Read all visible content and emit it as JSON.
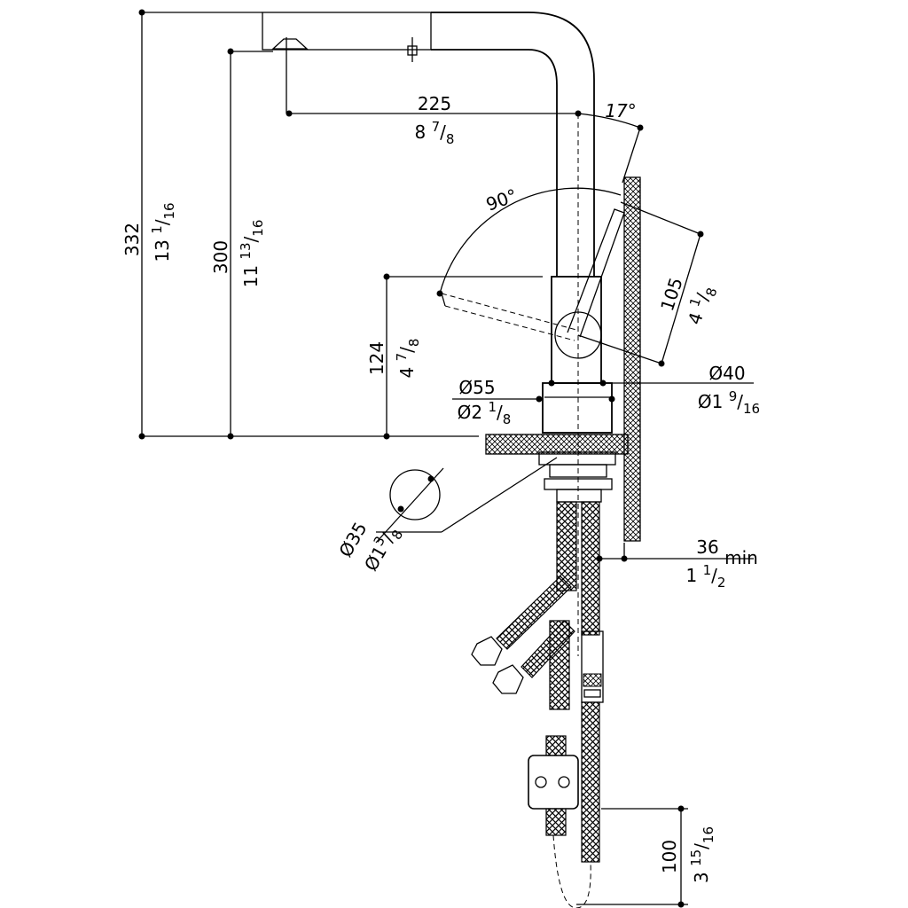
{
  "dimensions": {
    "total_height": {
      "mm": "332",
      "inch_whole": "13",
      "inch_num": "1",
      "inch_den": "16"
    },
    "spout_height": {
      "mm": "300",
      "inch_whole": "11",
      "inch_num": "13",
      "inch_den": "16"
    },
    "spout_reach": {
      "mm": "225",
      "inch_whole": "8",
      "inch_num": "7",
      "inch_den": "8"
    },
    "spout_angle": {
      "value": "17°"
    },
    "handle_swing": {
      "value": "90°"
    },
    "handle_height": {
      "mm": "124",
      "inch_whole": "4",
      "inch_num": "7",
      "inch_den": "8"
    },
    "handle_length": {
      "mm": "105",
      "inch_whole": "4",
      "inch_num": "1",
      "inch_den": "8"
    },
    "base_diameter": {
      "mm": "Ø55",
      "inch_whole": "Ø2",
      "inch_num": "1",
      "inch_den": "8"
    },
    "body_diameter": {
      "mm": "Ø40",
      "inch_whole": "Ø1",
      "inch_num": "9",
      "inch_den": "16"
    },
    "hole_diameter": {
      "mm": "Ø35",
      "inch_whole": "Ø1",
      "inch_num": "3",
      "inch_den": "8"
    },
    "wall_clearance": {
      "mm": "36",
      "suffix": "min",
      "inch_whole": "1",
      "inch_num": "1",
      "inch_den": "2"
    },
    "hose_loop": {
      "mm": "100",
      "inch_whole": "3",
      "inch_num": "15",
      "inch_den": "16"
    }
  }
}
